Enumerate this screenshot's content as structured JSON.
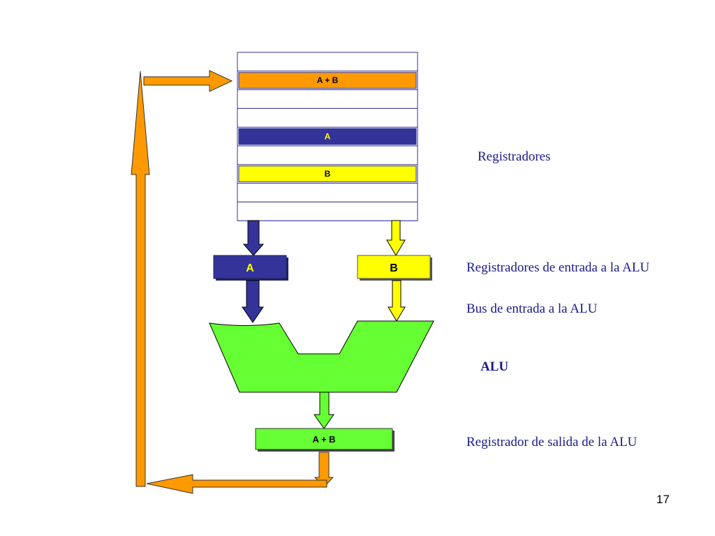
{
  "diagram": {
    "register_file": {
      "rows": [
        {
          "label": "",
          "kind": "empty"
        },
        {
          "label": "A + B",
          "kind": "sum"
        },
        {
          "label": "",
          "kind": "empty"
        },
        {
          "label": "",
          "kind": "empty"
        },
        {
          "label": "A",
          "kind": "a"
        },
        {
          "label": "",
          "kind": "empty"
        },
        {
          "label": "B",
          "kind": "b"
        },
        {
          "label": "",
          "kind": "empty"
        },
        {
          "label": "",
          "kind": "empty"
        }
      ]
    },
    "alu_input_a": "A",
    "alu_input_b": "B",
    "alu_output": "A + B"
  },
  "labels": {
    "registers": "Registradores",
    "alu_input_registers": "Registradores de entrada a la ALU",
    "alu_input_bus": "Bus de entrada a la ALU",
    "alu": "ALU",
    "alu_output_register": "Registrador de salida de la ALU"
  },
  "slide_number": "17",
  "colors": {
    "orange": "#ff9900",
    "navy": "#333399",
    "yellow": "#ffff00",
    "green": "#66ff33",
    "text_blue": "#1a1a8c"
  }
}
